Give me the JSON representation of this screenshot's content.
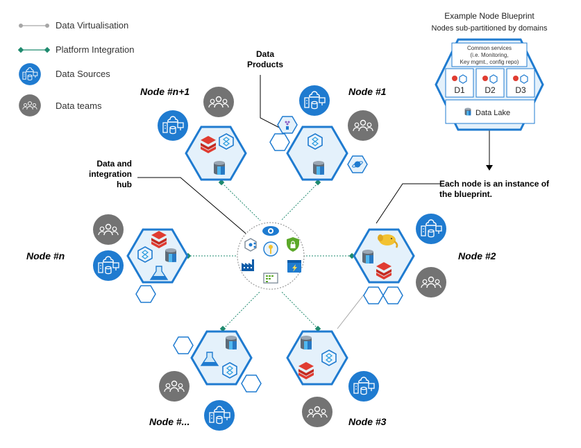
{
  "legend": {
    "virtualisation": "Data Virtualisation",
    "integration": "Platform Integration",
    "sources": "Data Sources",
    "teams": "Data teams"
  },
  "blueprint": {
    "title": "Example Node Blueprint",
    "subtitle": "Nodes sub-partitioned by domains",
    "common_line1": "Common services",
    "common_line2": "(i.e. Monitoring,",
    "common_line3": "Key mgmt., config repo)",
    "domains": [
      "D1",
      "D2",
      "D3"
    ],
    "lake": "Data Lake"
  },
  "annotations": {
    "data_products_line1": "Data",
    "data_products_line2": "Products",
    "hub_line1": "Data and",
    "hub_line2": "integration",
    "hub_line3": "hub",
    "instance_line1": "Each node is an instance of",
    "instance_line2": "the blueprint."
  },
  "nodes": {
    "n_plus_1": "Node #n+1",
    "one": "Node #1",
    "n": "Node #n",
    "two": "Node #2",
    "ellipsis": "Node #...",
    "three": "Node #3"
  },
  "colors": {
    "hex_stroke": "#1f7bd0",
    "hex_fill": "#e4f1fb",
    "source_blue": "#1f7bd0",
    "team_gray": "#737373",
    "integration_green": "#1e8a6e",
    "virtualisation_gray": "#a6a6a6",
    "red_stack": "#e03c31"
  }
}
